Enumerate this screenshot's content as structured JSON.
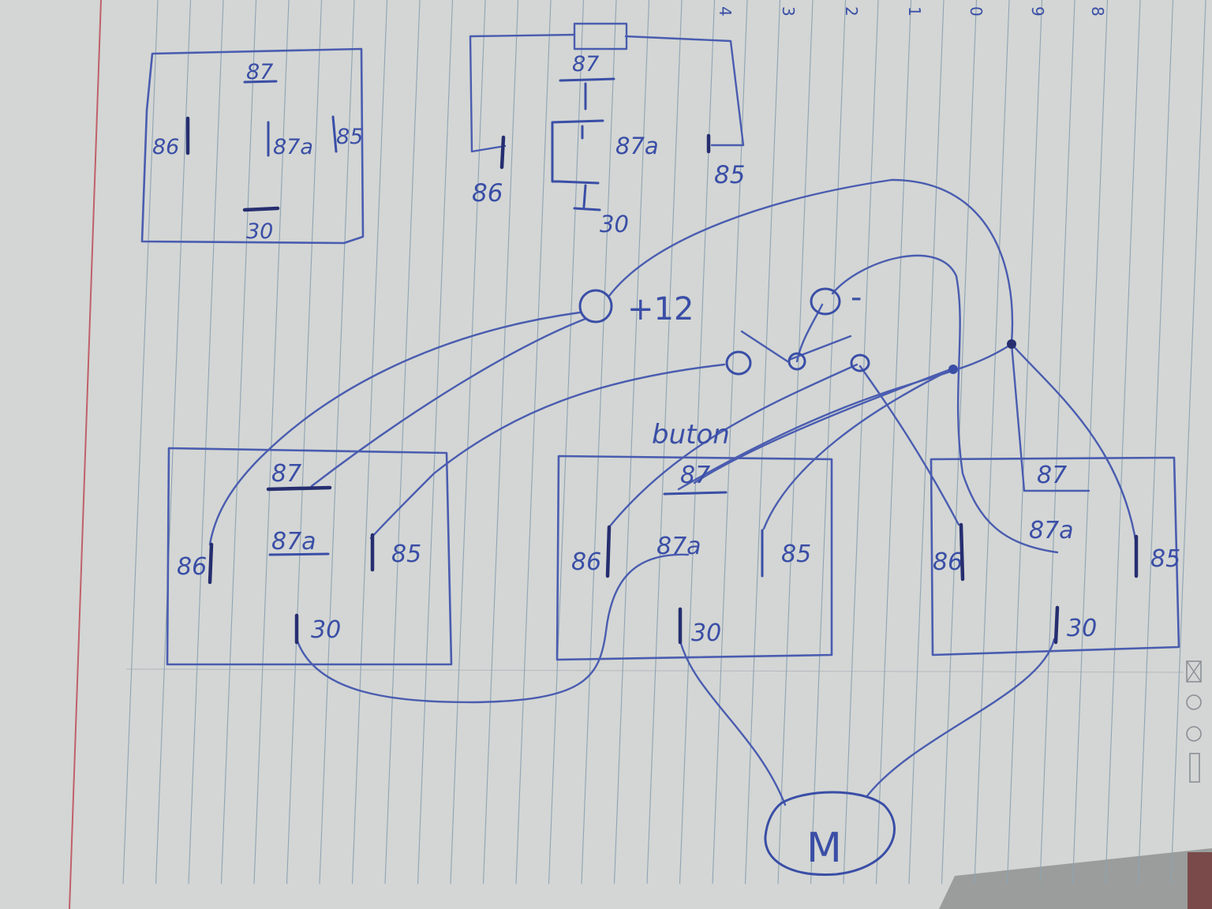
{
  "top_left_relay": {
    "p87": "87",
    "p86": "86",
    "p87a": "87a",
    "p85": "85",
    "p30": "30"
  },
  "top_schematic": {
    "p87": "87",
    "p87a": "87a",
    "p86": "86",
    "p85": "85",
    "p30": "30"
  },
  "supply": {
    "plus": "+12",
    "minus": "-"
  },
  "button_label": "buton",
  "relays": [
    {
      "p87": "87",
      "p87a": "87a",
      "p86": "86",
      "p85": "85",
      "p30": "30"
    },
    {
      "p87": "87",
      "p87a": "87a",
      "p86": "86",
      "p85": "85",
      "p30": "30"
    },
    {
      "p87": "87",
      "p87a": "87a",
      "p86": "86",
      "p85": "85",
      "p30": "30"
    }
  ],
  "motor_label": "M",
  "margin_digits": [
    "4",
    "3",
    "2",
    "1",
    "0",
    "9",
    "8"
  ],
  "colors": {
    "ink": "#3a4ea6",
    "paper": "#d5d8d6",
    "rules": "#8fa3b4",
    "margin_line": "#c0606a"
  }
}
